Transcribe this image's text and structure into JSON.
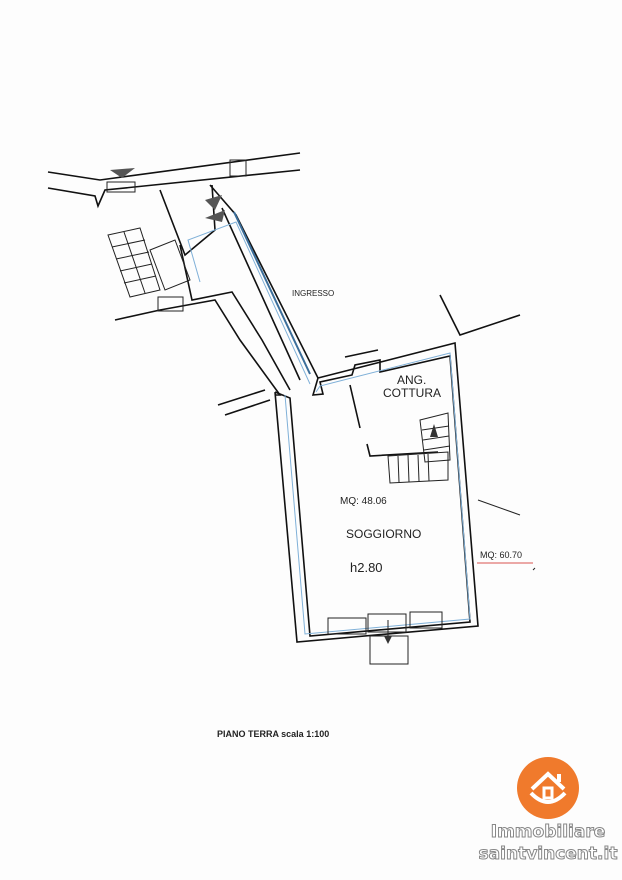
{
  "plan": {
    "rooms": {
      "ingresso": "INGRESSO",
      "ang_cottura_1": "ANG.",
      "ang_cottura_2": "COTTURA",
      "soggiorno": "SOGGIORNO",
      "room_area": "MQ: 48.06",
      "height": "h2.80",
      "total_area": "MQ: 60.70"
    },
    "caption": "PIANO TERRA scala 1:100"
  },
  "logo": {
    "line1": "Immobiliare",
    "line2": "saintvincent.it",
    "color": "#f07a2c"
  }
}
